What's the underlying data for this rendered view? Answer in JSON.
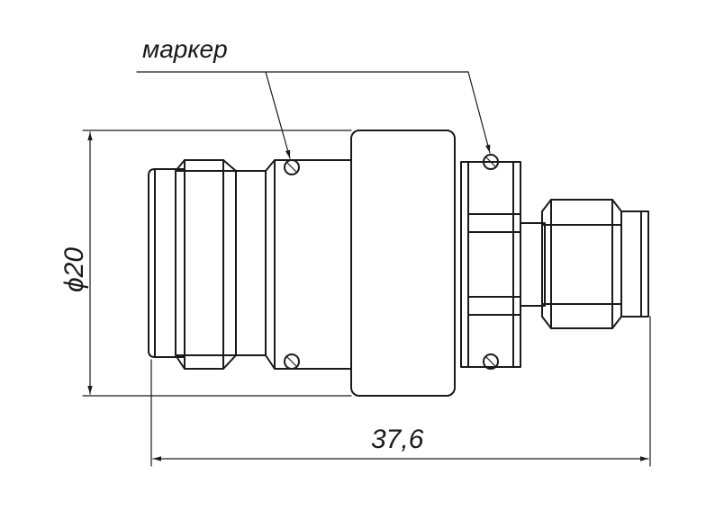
{
  "drawing": {
    "marker_label": "маркер",
    "diameter_label": "ϕ20",
    "length_label": "37,6"
  },
  "colors": {
    "line": "#1a1a1a",
    "background": "#ffffff"
  }
}
